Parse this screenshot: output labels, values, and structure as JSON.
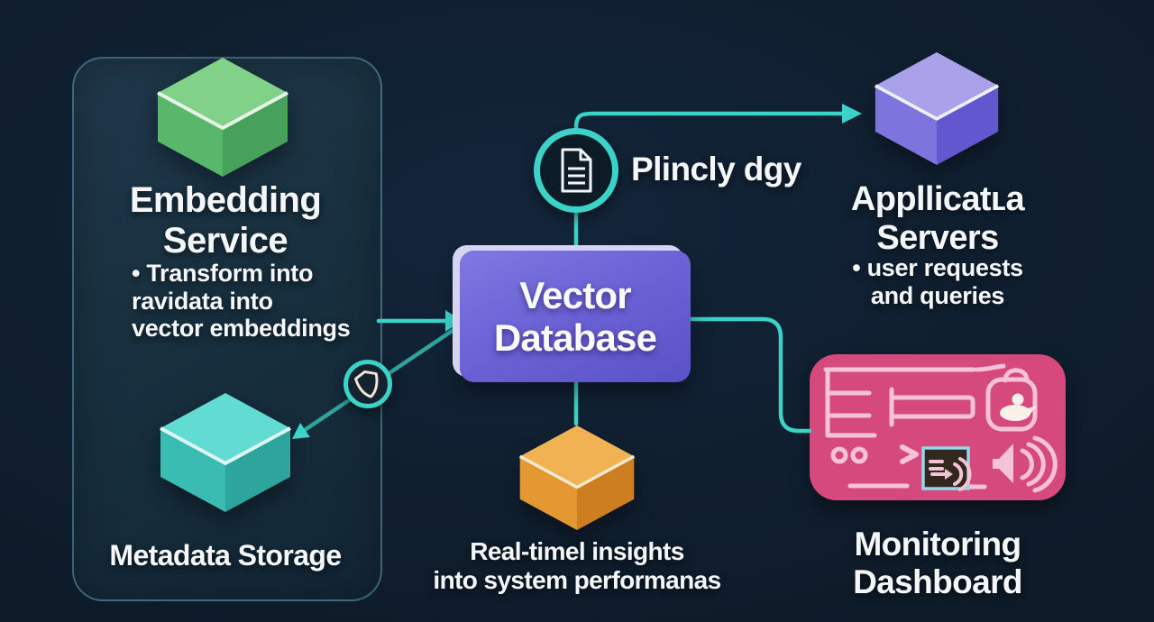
{
  "colors": {
    "background": "#0e1b29",
    "panel_fill": "#18303f",
    "panel_border": "#5d93ab",
    "accent_teal": "#3bd2c8",
    "accent_teal_dim": "#2fa49d",
    "text": "#f4f6f8",
    "vector_db_fill": "#6c63d6",
    "vector_db_highlight": "#d7d3f3",
    "pink_panel": "#d6497c",
    "pink_line": "#f6c2d5",
    "pink_fill_light": "#fcf1ea",
    "terminal_border": "#93d8e6",
    "terminal_fill": "#33281f",
    "green_cube_top": "#82d188",
    "green_cube_left": "#58b76b",
    "green_cube_right": "#47a15a",
    "teal_cube_top": "#62dcd2",
    "teal_cube_left": "#3abcb3",
    "teal_cube_right": "#2da49c",
    "purple_cube_top": "#a9a1ea",
    "purple_cube_left": "#7e74de",
    "purple_cube_right": "#6257ce",
    "orange_cube_top": "#f1b254",
    "orange_cube_left": "#e49832",
    "orange_cube_right": "#cd7e20"
  },
  "left_panel": {
    "embedding_service": {
      "title_lines": [
        "Embedding",
        "Service"
      ],
      "bullet_lines": [
        "• Transform into",
        "ravidata into",
        "vector embeddings"
      ]
    },
    "metadata_storage": {
      "label": "Metadata Storage"
    }
  },
  "center": {
    "vector_database": {
      "title_lines": [
        "Vector",
        "Database"
      ]
    },
    "policy_note": {
      "label": "Plincly dgy"
    },
    "realtime_note": {
      "lines": [
        "Real-timel insights",
        "into system performanas"
      ]
    }
  },
  "right_column": {
    "application_servers": {
      "title_lines": [
        "Appllicatʟa",
        "Servers"
      ],
      "bullet_lines": [
        "• user requests",
        "and queries"
      ]
    },
    "monitoring_dashboard": {
      "label_lines": [
        "Monitoring",
        "Dashboard"
      ]
    }
  },
  "icons": {
    "document_circle": "document-icon",
    "shield_circle": "shield-icon",
    "cubes": [
      "green-cube-icon",
      "teal-cube-icon",
      "purple-cube-icon",
      "orange-cube-icon"
    ],
    "dashboard": [
      "window-lines-icon",
      "dots-icon",
      "prompt-icon",
      "terminal-icon",
      "speaker-icon",
      "bag-cloud-icon"
    ]
  }
}
